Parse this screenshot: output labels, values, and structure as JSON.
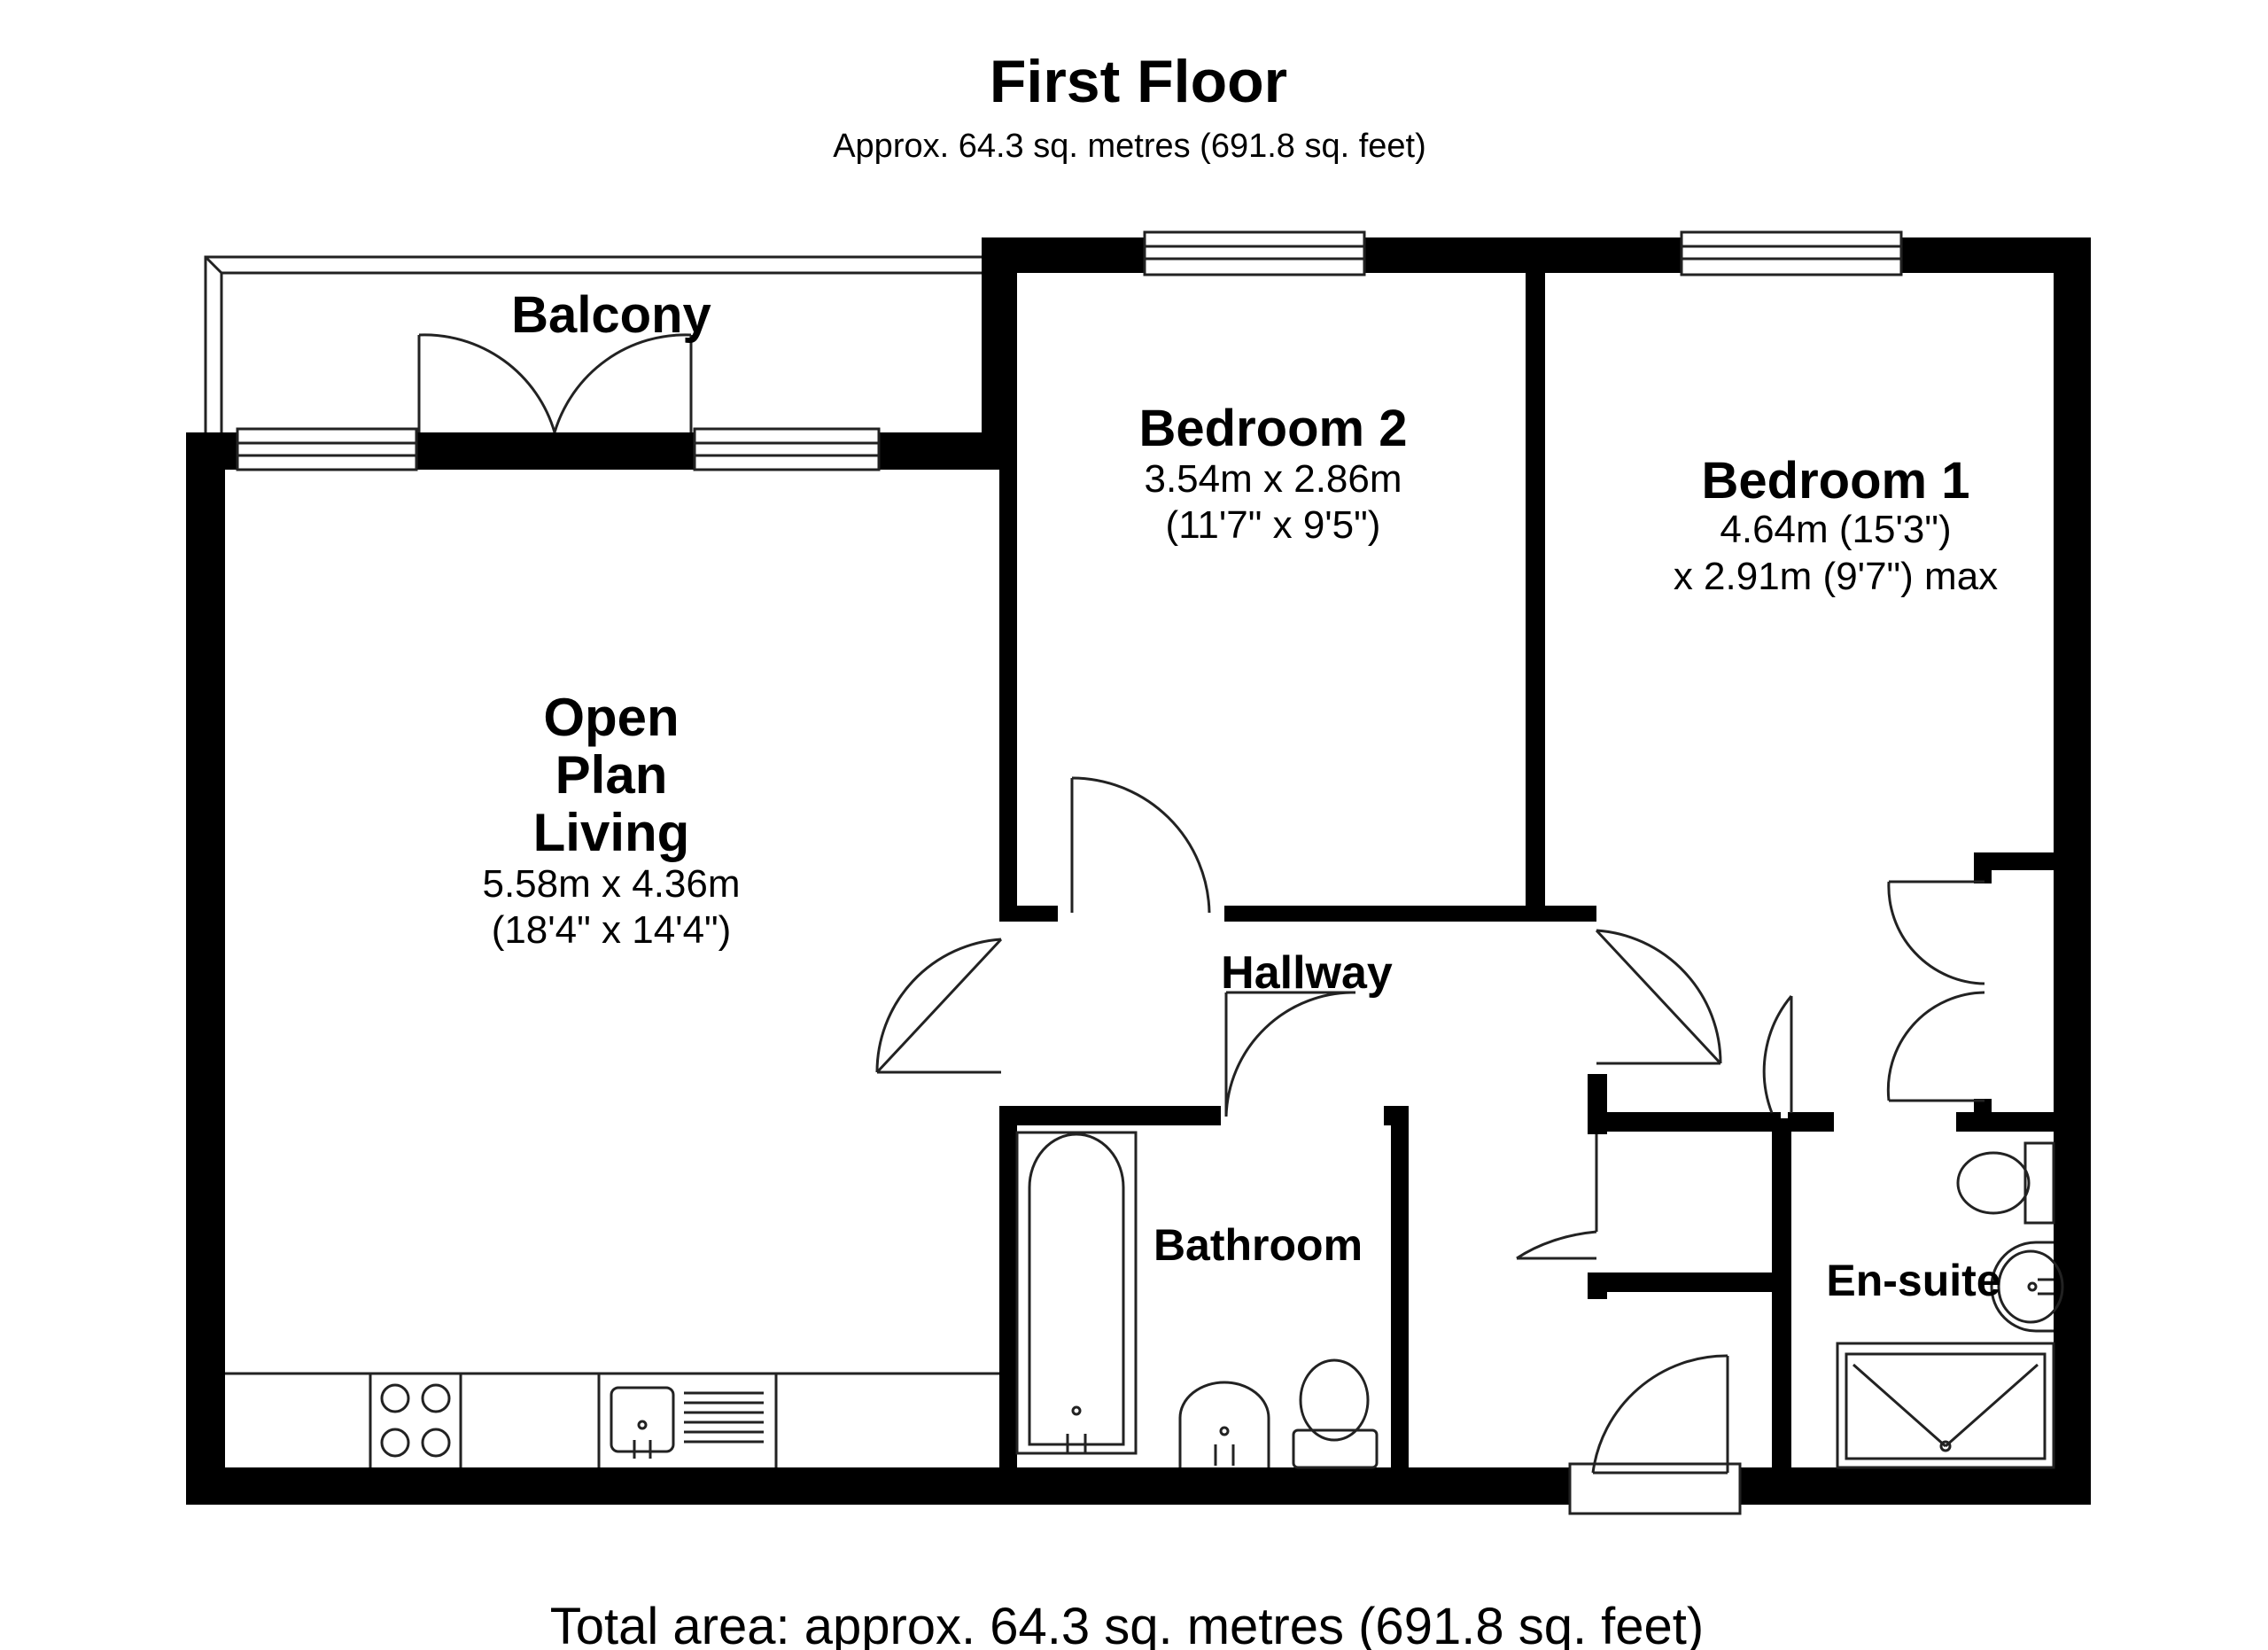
{
  "header": {
    "title": "First Floor",
    "subtitle": "Approx. 64.3 sq. metres (691.8 sq. feet)"
  },
  "rooms": {
    "balcony": {
      "name": "Balcony"
    },
    "bedroom2": {
      "name": "Bedroom 2",
      "dim1": "3.54m x 2.86m",
      "dim2": "(11'7\" x 9'5\")"
    },
    "bedroom1": {
      "name": "Bedroom 1",
      "dim1": "4.64m (15'3\")",
      "dim2": "x 2.91m (9'7\") max"
    },
    "living": {
      "name1": "Open",
      "name2": "Plan",
      "name3": "Living",
      "dim1": "5.58m x 4.36m",
      "dim2": "(18'4\" x 14'4\")"
    },
    "hallway": {
      "name": "Hallway"
    },
    "bathroom": {
      "name": "Bathroom"
    },
    "ensuite": {
      "name": "En-suite"
    }
  },
  "footer": {
    "total": "Total area: approx. 64.3 sq. metres (691.8 sq. feet)"
  }
}
